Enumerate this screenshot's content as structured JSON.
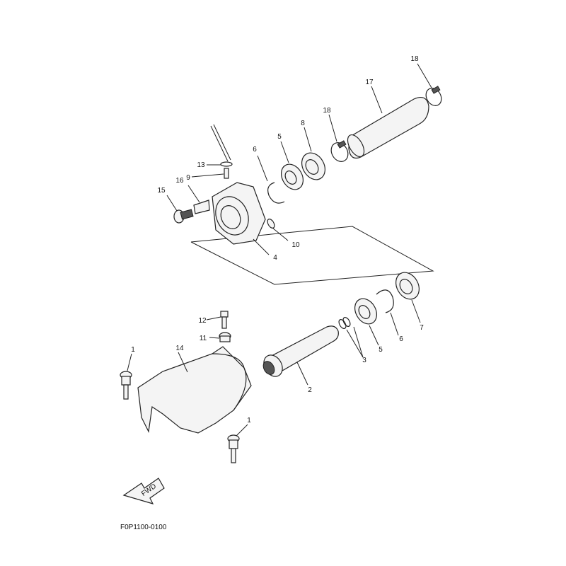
{
  "figure_code": "F0P1100-0100",
  "fwd_label": "FWD",
  "callouts": [
    {
      "id": "c18a",
      "text": "18"
    },
    {
      "id": "c17",
      "text": "17"
    },
    {
      "id": "c18b",
      "text": "18"
    },
    {
      "id": "c8a",
      "text": "8"
    },
    {
      "id": "c5a",
      "text": "5"
    },
    {
      "id": "c6a",
      "text": "6"
    },
    {
      "id": "c13",
      "text": "13"
    },
    {
      "id": "c9",
      "text": "9"
    },
    {
      "id": "c16",
      "text": "16"
    },
    {
      "id": "c15",
      "text": "15"
    },
    {
      "id": "c10",
      "text": "10"
    },
    {
      "id": "c4",
      "text": "4"
    },
    {
      "id": "c12",
      "text": "12"
    },
    {
      "id": "c11",
      "text": "11"
    },
    {
      "id": "c1a",
      "text": "1"
    },
    {
      "id": "c14",
      "text": "14"
    },
    {
      "id": "c2",
      "text": "2"
    },
    {
      "id": "c3",
      "text": "3"
    },
    {
      "id": "c5b",
      "text": "5"
    },
    {
      "id": "c6b",
      "text": "6"
    },
    {
      "id": "c7",
      "text": "7"
    },
    {
      "id": "c1b",
      "text": "1"
    }
  ]
}
